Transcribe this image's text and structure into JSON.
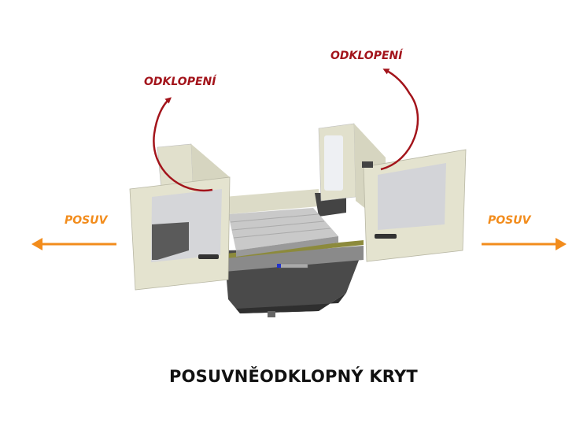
{
  "title": "POSUVNĚODKLOPNÝ KRYT",
  "labels": {
    "tilt_left": "ODKLOPENÍ",
    "tilt_right": "ODKLOPENÍ",
    "slide_left": "POSUV",
    "slide_right": "POSUV"
  },
  "colors": {
    "tilt_arrow": "#a3141b",
    "slide_arrow": "#f28c1c",
    "cover_panel": "#e4e3cf",
    "machine_base": "#555555"
  }
}
